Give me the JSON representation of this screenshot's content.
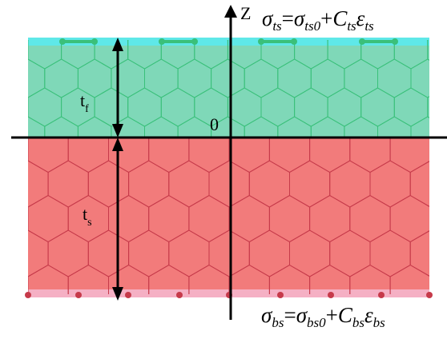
{
  "labels": {
    "z_axis": "Z",
    "origin": "0",
    "film_thickness": "t",
    "film_thickness_sub": "f",
    "substrate_thickness": "t",
    "substrate_thickness_sub": "s"
  },
  "equation_top": {
    "lhs": "σ",
    "lhs_sub": "ts",
    "eq": "=",
    "term1": "σ",
    "term1_sub": "ts0",
    "plus": "+",
    "coef": "C",
    "coef_sub": "ts",
    "strain": "ε",
    "strain_sub": "ts"
  },
  "equation_bottom": {
    "lhs": "σ",
    "lhs_sub": "bs",
    "eq": "=",
    "term1": "σ",
    "term1_sub": "bs0",
    "plus": "+",
    "coef": "C",
    "coef_sub": "bs",
    "strain": "ε",
    "strain_sub": "bs"
  },
  "colors": {
    "film_fill": "#7fd8b8",
    "film_top_band": "#5fe8e8",
    "film_lattice": "#3ac07a",
    "substrate_fill": "#f27b7b",
    "substrate_bottom_band": "#f5b0c4",
    "substrate_lattice": "#c63a4a",
    "axis": "#000000"
  }
}
